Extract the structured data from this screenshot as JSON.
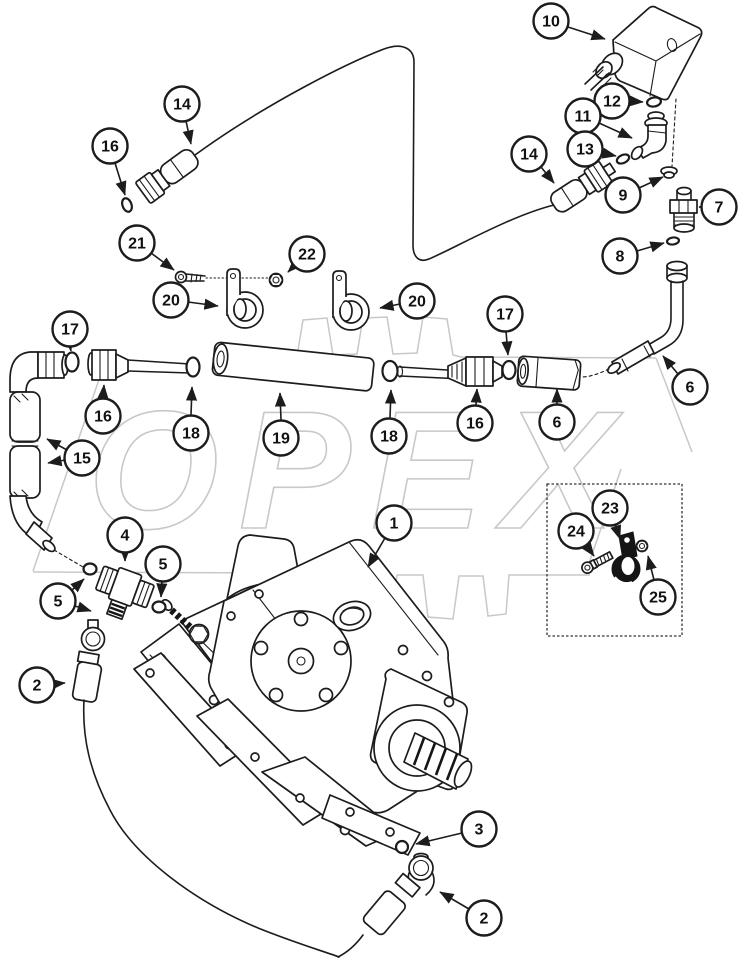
{
  "figure": {
    "watermark": {
      "text": "OPEX",
      "color": "#c8c8c8"
    },
    "colors": {
      "line": "#1c1c1c",
      "background": "#ffffff",
      "clamp_fill": "#151515"
    },
    "callouts": {
      "c1": "1",
      "c2a": "2",
      "c2b": "2",
      "c3": "3",
      "c4": "4",
      "c5a": "5",
      "c5b": "5",
      "c6a": "6",
      "c6b": "6",
      "c7": "7",
      "c8": "8",
      "c9": "9",
      "c10": "10",
      "c11": "11",
      "c12": "12",
      "c13": "13",
      "c14a": "14",
      "c14b": "14",
      "c15": "15",
      "c16a": "16",
      "c16b": "16",
      "c16c": "16",
      "c17a": "17",
      "c17b": "17",
      "c18a": "18",
      "c18b": "18",
      "c19": "19",
      "c20a": "20",
      "c20b": "20",
      "c21": "21",
      "c22": "22",
      "c23": "23",
      "c24": "24",
      "c25": "25"
    }
  }
}
